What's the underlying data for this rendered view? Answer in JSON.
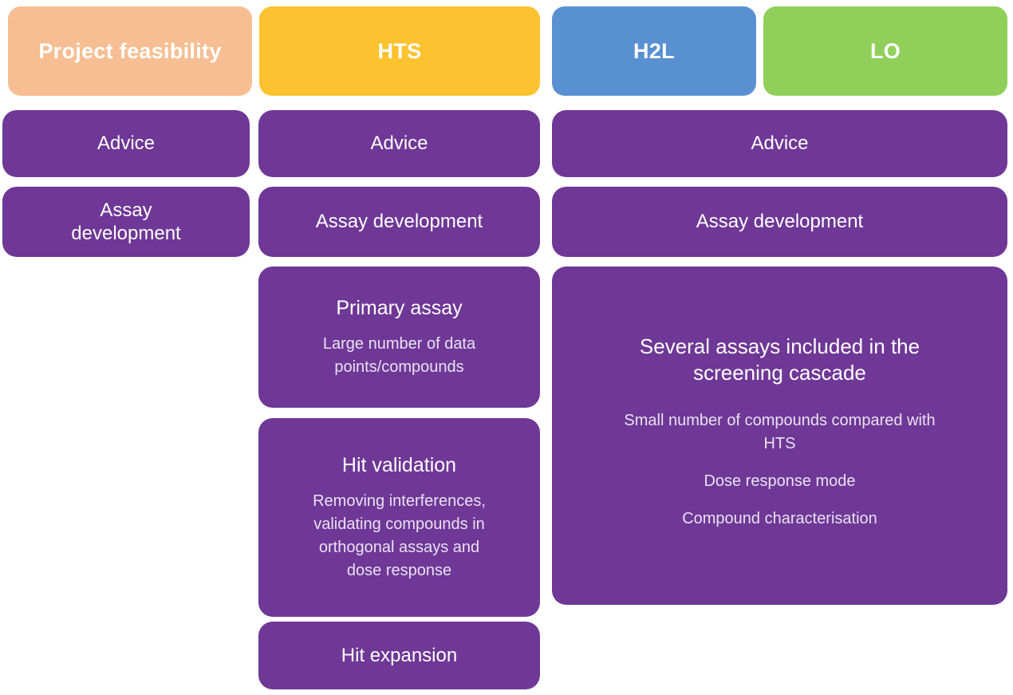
{
  "palette": {
    "purple": "#6F3796",
    "peach": "#F6BE92",
    "yellow": "#FCC230",
    "blue": "#5990D2",
    "green": "#90D05A",
    "title_text": "#FFFFFF",
    "body_text": "#E9E2F2"
  },
  "headers": {
    "project_feasibility": {
      "label": "Project feasibility",
      "color": "#F6BE92"
    },
    "hts": {
      "label": "HTS",
      "color": "#FCC230"
    },
    "h2l": {
      "label": "H2L",
      "color": "#5990D2"
    },
    "lo": {
      "label": "LO",
      "color": "#90D05A"
    }
  },
  "boxes": {
    "pf_advice": {
      "label": "Advice"
    },
    "pf_assay_development": {
      "label": "Assay\ndevelopment"
    },
    "hts_advice": {
      "label": "Advice"
    },
    "hts_assay_development": {
      "label": "Assay development"
    },
    "h2l_lo_advice": {
      "label": "Advice"
    },
    "h2l_lo_assay_development": {
      "label": "Assay development"
    },
    "hts_primary_assay": {
      "title": "Primary assay",
      "body": "Large number of data points/compounds"
    },
    "hts_hit_validation": {
      "title": "Hit validation",
      "body": "Removing interferences, validating compounds in orthogonal assays and dose response"
    },
    "hts_hit_expansion": {
      "label": "Hit expansion"
    },
    "h2l_lo_screening_cascade": {
      "title": "Several assays included in the screening cascade",
      "body_lines": [
        "Small number of compounds compared with HTS",
        "Dose response mode",
        "Compound characterisation"
      ]
    }
  }
}
